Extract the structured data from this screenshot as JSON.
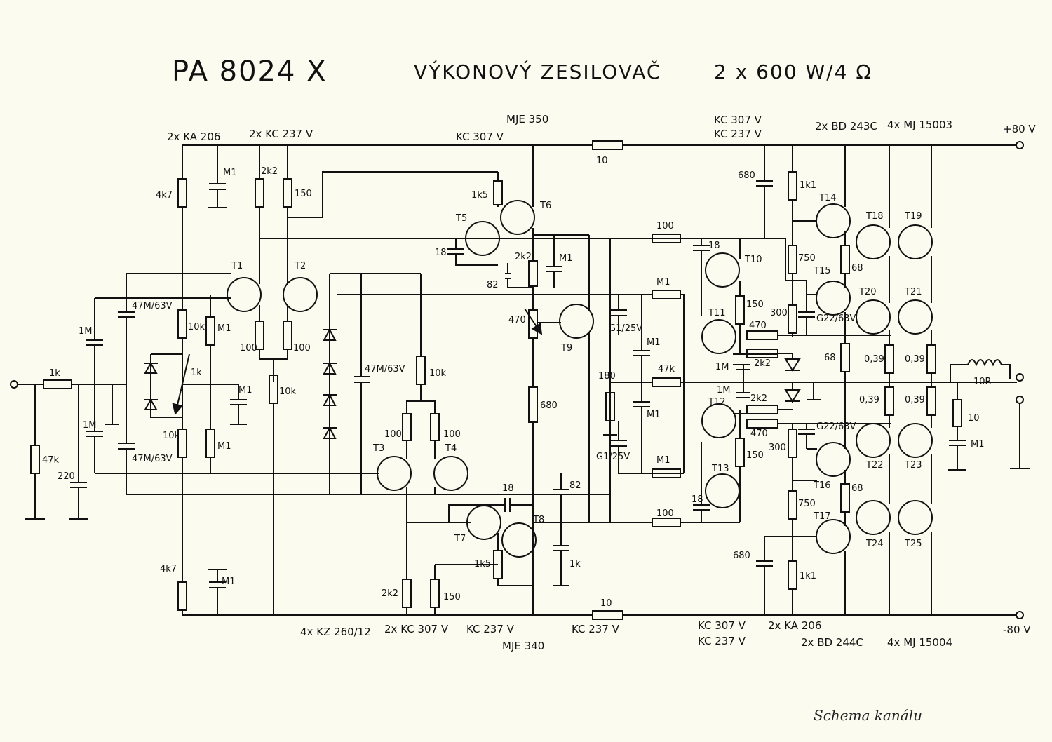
{
  "title": {
    "model": "PA 8024 X",
    "name": "VÝKONOVÝ ZESILOVAČ",
    "rating": "2 x 600 W/4 Ω"
  },
  "caption": "Schema kanálu",
  "rails": {
    "positive": "+80 V",
    "negative": "-80 V"
  },
  "semiconductor_notes": {
    "top_left_diodes": "2x KA 206",
    "t1_t2": "2x KC 237 V",
    "t5": "KC 307 V",
    "t6": "MJE 350",
    "t10_t11": [
      "KC 307 V",
      "KC 237 V"
    ],
    "t14_t15": "2x BD 243C",
    "t18_t21": "4x MJ 15003",
    "zeners": "4x KZ 260/12",
    "t3_t4": "2x KC 307 V",
    "t7": "KC 237 V",
    "t8": "MJE 340",
    "t9": "KC 237 V",
    "t12_t13": [
      "KC 307 V",
      "KC 237 V"
    ],
    "bottom_right_diodes": "2x KA 206",
    "t16_t17": "2x BD 244C",
    "t22_t25": "4x MJ 15004"
  },
  "transistors": [
    "T1",
    "T2",
    "T3",
    "T4",
    "T5",
    "T6",
    "T7",
    "T8",
    "T9",
    "T10",
    "T11",
    "T12",
    "T13",
    "T14",
    "T15",
    "T16",
    "T17",
    "T18",
    "T19",
    "T20",
    "T21",
    "T22",
    "T23",
    "T24",
    "T25"
  ],
  "components": {
    "r_in": "1k",
    "r_in_shunt": "47k",
    "c_in_shunt": "220",
    "c_in1": "1M",
    "c_in2": "1M",
    "c_e1": "47M/63V",
    "c_e2": "47M/63V",
    "r_top_left": "4k7",
    "c_top_left": "M1",
    "r_bot_left": "4k7",
    "c_bot_left": "M1",
    "r_2k2_top": "2k2",
    "r_150_top": "150",
    "r_10k_a": "10k",
    "r_10k_b": "10k",
    "pot_1k": "1k",
    "r_m1_a": "M1",
    "r_m1_b": "M1",
    "c_m1_mid": "M1",
    "r_100_a": "100",
    "r_100_b": "100",
    "r_10k_tail": "10k",
    "c_47m_mid": "47M/63V",
    "r_10k_ltp": "10k",
    "r_100_c": "100",
    "r_100_d": "100",
    "r_1k5_top": "1k5",
    "c_18_t5": "18",
    "r_2k2_vbe": "2k2",
    "c_82_top": "82",
    "c_m1_vbe": "M1",
    "pot_470": "470",
    "r_680_mid": "680",
    "c_18_mid": "18",
    "r_1k5_bot": "1k5",
    "r_2k2_bot": "2k2",
    "r_150_bot": "150",
    "c_82_bot": "82",
    "c_1k_bot": "1k",
    "r_10_top": "10",
    "r_10_bot": "10",
    "r_100_top": "100",
    "r_m1_top": "M1",
    "c_g1_top": "G1/25V",
    "c_m1_v1": "M1",
    "r_180": "180",
    "r_47k_fb": "47k",
    "c_m1_v2": "M1",
    "c_g1_bot": "G1/25V",
    "r_m1_bot": "M1",
    "r_100_bot": "100",
    "c_18_t10": "18",
    "c_18_t13": "18",
    "r_150_t10": "150",
    "r_150_t13": "150",
    "c_1m_a": "1M",
    "c_1m_b": "1M",
    "r_470_a": "470",
    "r_2k2_a": "2k2",
    "r_2k2_b": "2k2",
    "r_470_b": "470",
    "c_680_top": "680",
    "r_1k1_top": "1k1",
    "r_750_top": "750",
    "r_300_top": "300",
    "c_g22_top": "G22/63V",
    "r_68_a": "68",
    "r_68_b": "68",
    "r_j39_a": "0,39",
    "r_j39_b": "0,39",
    "r_j39_c": "0,39",
    "r_j39_d": "0,39",
    "c_g22_bot": "G22/63V",
    "r_300_bot": "300",
    "r_68_c": "68",
    "r_750_bot": "750",
    "c_680_bot": "680",
    "r_1k1_bot": "1k1",
    "l_out": "10R",
    "r_zobel": "10",
    "c_zobel": "M1"
  }
}
